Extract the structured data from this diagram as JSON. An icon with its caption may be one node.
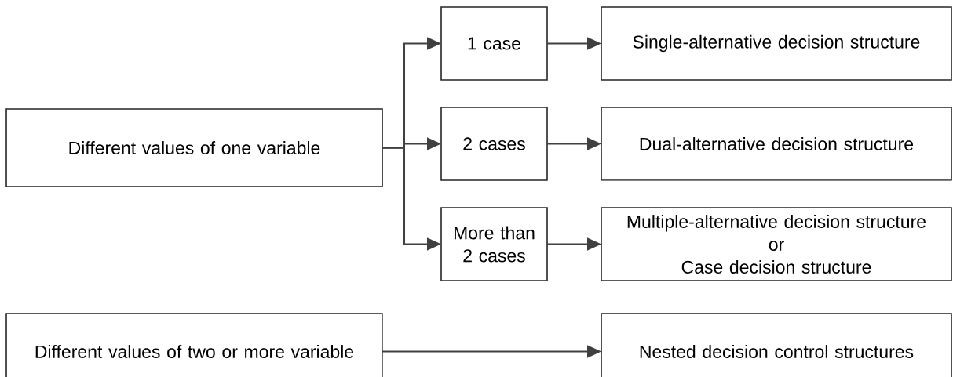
{
  "diagram": {
    "nodes": [
      {
        "text": [
          "Different values of one variable"
        ]
      },
      {
        "text": [
          "1 case"
        ]
      },
      {
        "text": [
          "2 cases"
        ]
      },
      {
        "text": [
          "More than 2 cases"
        ]
      },
      {
        "text": [
          "Single-alternative decision structure"
        ]
      },
      {
        "text": [
          "Dual-alternative decision structure"
        ]
      },
      {
        "text": [
          "Multiple-alternative decision structure",
          "or",
          "Case decision structure"
        ]
      },
      {
        "text": [
          "Different values of two or more variable"
        ]
      },
      {
        "text": [
          "Nested decision control structures"
        ]
      }
    ],
    "edges": [
      {
        "from": 0,
        "to": 1,
        "arrow": "to"
      },
      {
        "from": 0,
        "to": 2,
        "arrow": "to"
      },
      {
        "from": 0,
        "to": 3,
        "arrow": "to"
      },
      {
        "from": 1,
        "to": 4,
        "arrow": "to"
      },
      {
        "from": 2,
        "to": 5,
        "arrow": "to"
      },
      {
        "from": 3,
        "to": 6,
        "arrow": "to"
      },
      {
        "from": 7,
        "to": 8,
        "arrow": "to"
      }
    ]
  }
}
